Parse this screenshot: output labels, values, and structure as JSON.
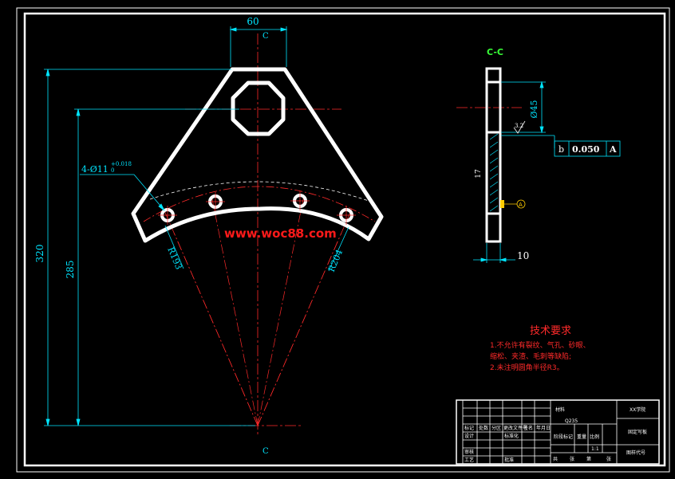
{
  "drawing": {
    "dimensions": {
      "top_width": "60",
      "overall_height": "320",
      "hole_height": "285",
      "hole_spec": "4-Ø11",
      "hole_tol_upper": "+0.018",
      "hole_tol_lower": "0",
      "inner_radius": "R193",
      "outer_radius": "R204",
      "diameter": "Ø45",
      "thickness": "10",
      "section_dim": "17",
      "roughness": "3.2"
    },
    "section": {
      "label_top": "C",
      "label_bottom": "C",
      "view_title": "C-C"
    },
    "tolerance_frame": {
      "symbol": "b",
      "value": "0.050",
      "datum": "A"
    },
    "datum_marker": "A",
    "watermark": "www.woc88.com",
    "tech_requirements": {
      "title": "技术要求",
      "lines": [
        "1.不允许有裂纹、气孔、砂眼、",
        "  缩松、夹渣、毛刺等缺陷;",
        "2.未注明圆角半径R3。"
      ]
    },
    "title_block": {
      "material": "材料",
      "material_value": "Q235",
      "school": "XX学院",
      "part_name": "固定写板",
      "drawing_code": "图样代号",
      "scale": "1:1",
      "stage_mark": "阶段标记",
      "weight": "重量",
      "scale_label": "比例",
      "standardization": "标准化",
      "mark": "标记",
      "count": "处数",
      "zone": "分区",
      "change_doc": "更改文件号",
      "signature": "签名",
      "date": "年月日",
      "designer": "设计",
      "reviewer": "审核",
      "process": "工艺",
      "approve": "批准",
      "sheet_total": "共",
      "sheet_label": "张",
      "sheet_no": "第",
      "sheet_unit": "张"
    }
  },
  "colors": {
    "background": "#000000",
    "outline": "#ffffff",
    "dimension": "#00e5ff",
    "centerline": "#ff2a2a",
    "section_title": "#38ff38"
  }
}
